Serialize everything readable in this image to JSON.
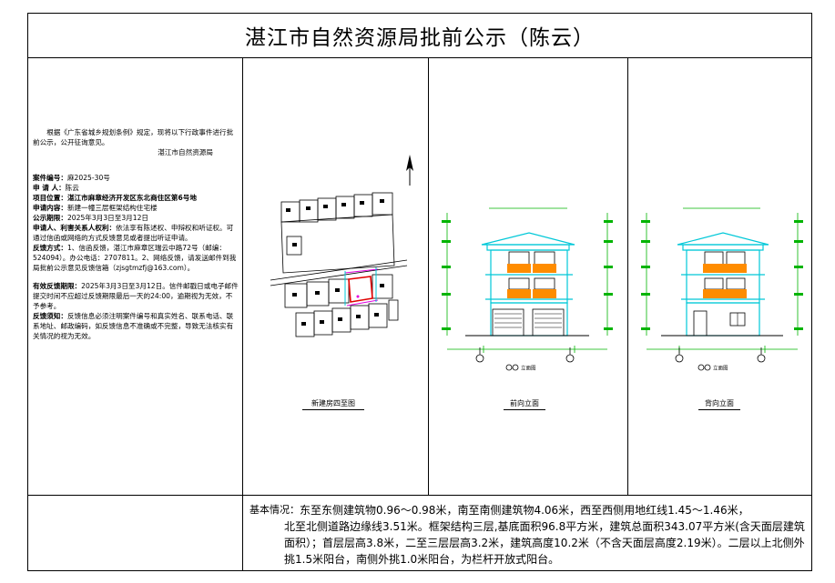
{
  "title": "湛江市自然资源局批前公示（陈云）",
  "intro": {
    "text": "根据《广东省城乡规划条例》规定，现将以下行政事件进行批前公示，公开征询意见。",
    "signature": "湛江市自然资源局"
  },
  "case": {
    "case_no_label": "案件编号：",
    "case_no": "麻2025-30号",
    "applicant_label": "申 请 人：",
    "applicant": "陈云",
    "location_label": "项目位置：",
    "location": "湛江市麻章经济开发区东北商住区第6号地",
    "content_label": "申请内容：",
    "content": "新建一幢三层框架结构住宅楼",
    "period_label": "公示期限：",
    "period": "2025年3月3日至3月12日",
    "rights_label": "申请人、利害关系人权利：",
    "rights": "依法享有陈述权、申辩权和听证权。可通过信函或网络的方式反馈意见或者提出听证申请。",
    "feedback_label": "反馈方式：",
    "feedback": "1、信函反馈，湛江市麻章区瑞云中路72号（邮编：524094）。办公电话：2707811。2、网络反馈，请发送邮件到我局批前公示意见反馈信箱（zjsgtmzfj@163.com）。",
    "deadline_label": "有效反馈期限：",
    "deadline": "2025年3月3日至3月12日。信件邮戳日或电子邮件提交时间不应超过反馈期限最后一天的24:00，逾期视为无效，不予参考。",
    "notice_label": "反馈须知：",
    "notice": "反馈信息必须注明案件编号和真实姓名、联系电话、联系地址、邮政编码，如反馈信息不准确或不完整，导致无法核实有关情况的视为无效。"
  },
  "panels": {
    "site_plan_caption": "新建房四至图",
    "front_caption": "前向立面",
    "back_caption": "背向立面",
    "front_drawing_label": "立面图",
    "back_drawing_label": "立面图"
  },
  "basic": {
    "label": "基本情况：",
    "line1": "东至东侧建筑物0.96～0.98米，南至南侧建筑物4.06米，西至西侧用地红线1.45～1.46米，",
    "rest": "北至北侧道路边缘线3.51米。框架结构三层,基底面积96.8平方米，建筑总面积343.07平方米(含天面层建筑面积）；首层层高3.8米，二至三层层高3.2米，建筑高度10.2米（不含天面层高度2.19米）。二层以上北侧外挑1.5米阳台，南侧外挑1.0米阳台，为栏杆开放式阳台。"
  },
  "colors": {
    "cyan": "#00c8d8",
    "orange": "#ff8c00",
    "green": "#00b400",
    "magenta": "#e000e0",
    "red": "#e00000",
    "blue": "#0050ff"
  }
}
